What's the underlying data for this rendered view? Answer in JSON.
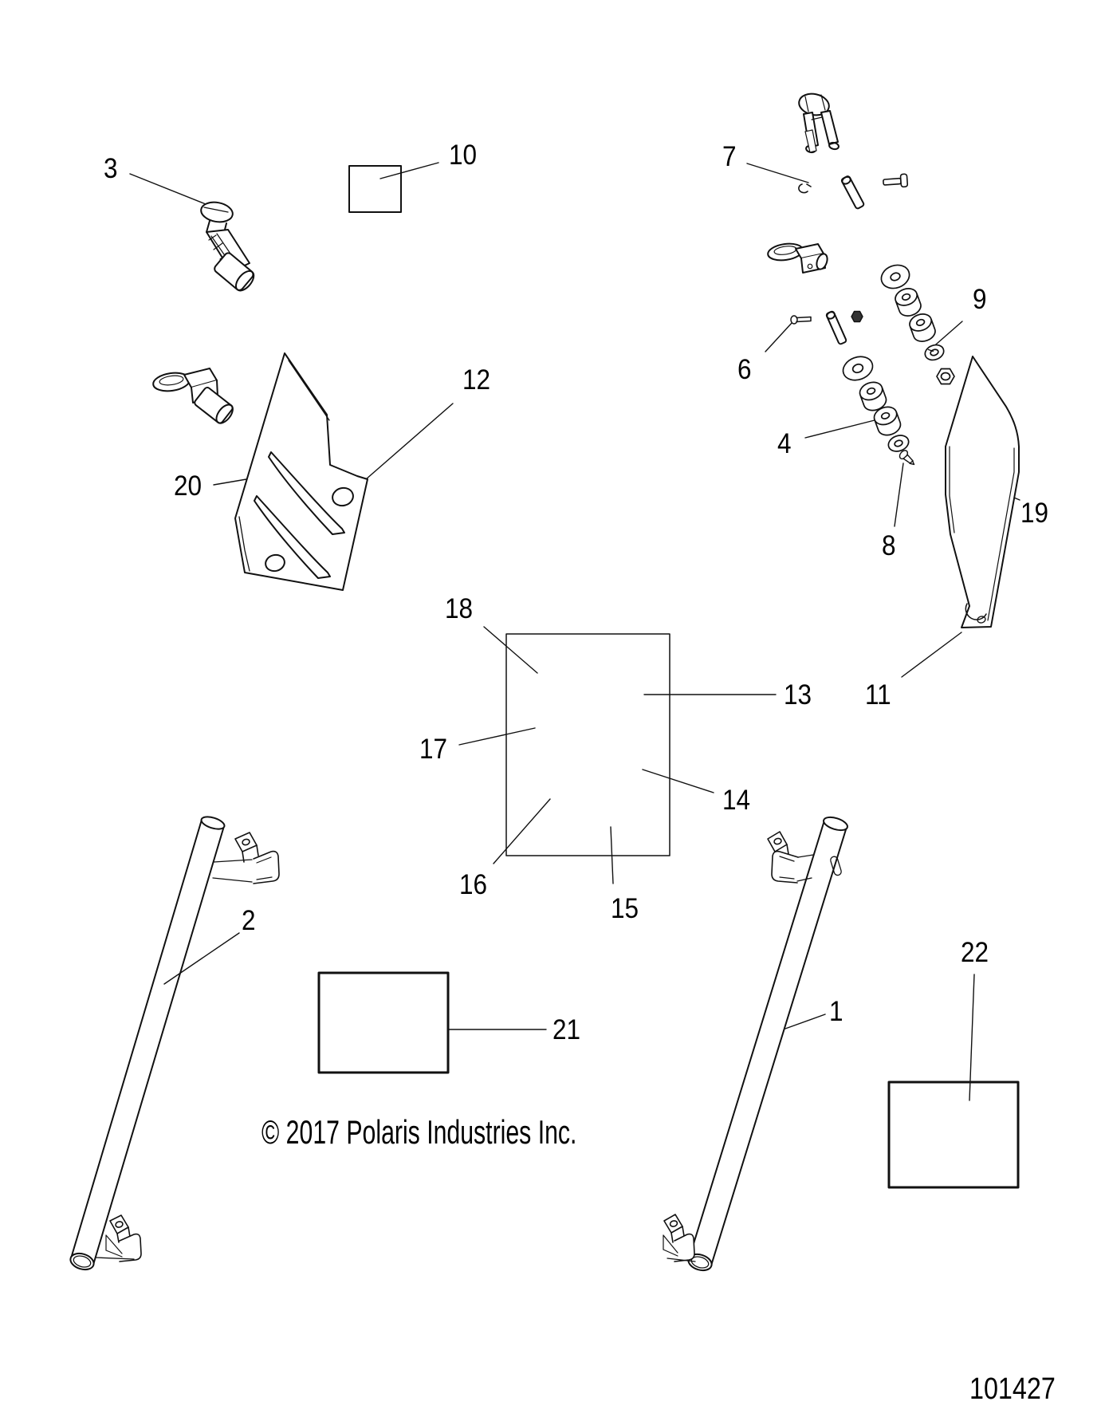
{
  "figure": {
    "copyright": "© 2017 Polaris Industries Inc.",
    "figure_number": "101427"
  },
  "colors": {
    "background": "#ffffff",
    "line": "#111111",
    "text": "#000000"
  },
  "callouts": [
    {
      "id": "1",
      "label": "1"
    },
    {
      "id": "2",
      "label": "2"
    },
    {
      "id": "3",
      "label": "3"
    },
    {
      "id": "4",
      "label": "4"
    },
    {
      "id": "6",
      "label": "6"
    },
    {
      "id": "7",
      "label": "7"
    },
    {
      "id": "8",
      "label": "8"
    },
    {
      "id": "9",
      "label": "9"
    },
    {
      "id": "10",
      "label": "10"
    },
    {
      "id": "11",
      "label": "11"
    },
    {
      "id": "12",
      "label": "12"
    },
    {
      "id": "13",
      "label": "13"
    },
    {
      "id": "14",
      "label": "14"
    },
    {
      "id": "15",
      "label": "15"
    },
    {
      "id": "16",
      "label": "16"
    },
    {
      "id": "17",
      "label": "17"
    },
    {
      "id": "18",
      "label": "18"
    },
    {
      "id": "19",
      "label": "19"
    },
    {
      "id": "20",
      "label": "20"
    },
    {
      "id": "21",
      "label": "21"
    },
    {
      "id": "22",
      "label": "22"
    }
  ]
}
